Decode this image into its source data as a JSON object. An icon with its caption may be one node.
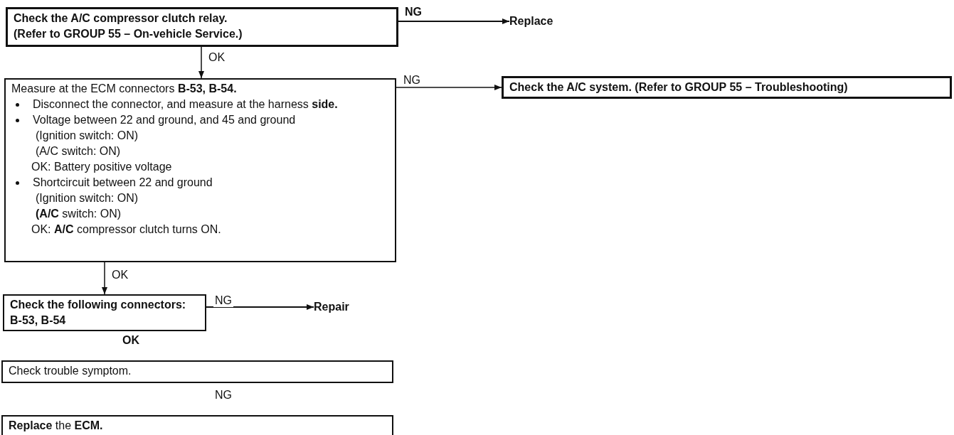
{
  "diagram": {
    "nodes": [
      {
        "text": [
          "Check the A/C compressor clutch relay.",
          "(Refer to GROUP 55 – On-vehicle Service.)"
        ]
      },
      {
        "text": [
          "Replace"
        ]
      },
      {
        "text": [
          "Measure at the ECM connectors **B-53, B-54.**",
          "Disconnect the connector, and measure at the harness **side.**",
          "Voltage between 22 and ground, and 45 and ground",
          "(Ignition switch: ON)",
          "(A/C switch: ON)",
          "OK: Battery positive voltage",
          "Shortcircuit between 22 and ground",
          "(Ignition switch: ON)",
          "**(A/C** switch: ON)",
          "OK: **A/C** compressor clutch turns ON."
        ]
      },
      {
        "text": [
          "Check the A/C system. (Refer to GROUP 55 – Troubleshooting)"
        ]
      },
      {
        "text": [
          "Check the following connectors: B-53, B-54"
        ]
      },
      {
        "text": [
          "Repair"
        ]
      },
      {
        "text": [
          "Check trouble symptom."
        ]
      },
      {
        "text": [
          "**Replace** the **ECM.**"
        ]
      }
    ],
    "edges": [
      {
        "from": 0,
        "to": 1,
        "arrow": "to",
        "label": "NG"
      },
      {
        "from": 0,
        "to": 2,
        "arrow": "to",
        "label": "OK"
      },
      {
        "from": 2,
        "to": 3,
        "arrow": "to",
        "label": "NG"
      },
      {
        "from": 2,
        "to": 4,
        "arrow": "to",
        "label": "OK"
      },
      {
        "from": 4,
        "to": 5,
        "arrow": "to",
        "label": "NG"
      }
    ],
    "labels": [
      "OK",
      "NG"
    ]
  }
}
